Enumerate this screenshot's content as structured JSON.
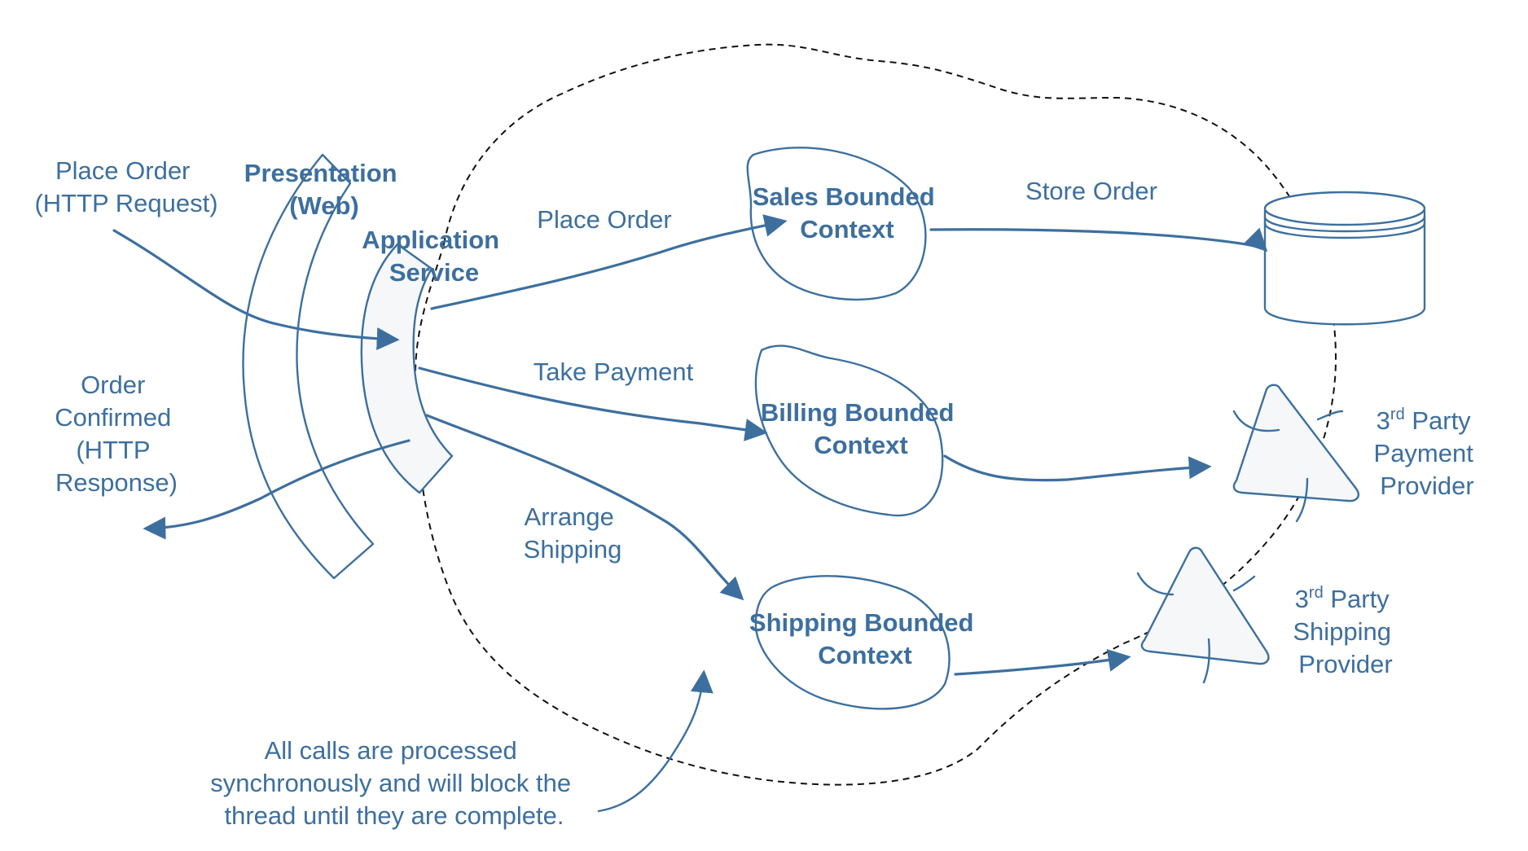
{
  "labels": {
    "place_order_request": [
      "Place Order",
      "(HTTP Request)"
    ],
    "order_confirmed": [
      "Order",
      "Confirmed",
      "(HTTP",
      "Response)"
    ],
    "presentation": [
      "Presentation",
      "(Web)"
    ],
    "application_service": [
      "Application",
      "Service"
    ],
    "place_order": "Place Order",
    "take_payment": "Take Payment",
    "arrange_shipping": [
      "Arrange",
      "Shipping"
    ],
    "store_order": "Store Order",
    "sales_context": [
      "Sales Bounded",
      "Context"
    ],
    "billing_context": [
      "Billing Bounded",
      "Context"
    ],
    "shipping_context": [
      "Shipping Bounded",
      "Context"
    ],
    "payment_provider": {
      "num": "3",
      "sup": "rd",
      "rest": " Party",
      "line2": "Payment",
      "line3": "Provider"
    },
    "shipping_provider": {
      "num": "3",
      "sup": "rd",
      "rest": " Party",
      "line2": "Shipping",
      "line3": "Provider"
    },
    "note": [
      "All calls are processed",
      "synchronously and will block the",
      "thread until they are complete."
    ]
  },
  "colors": {
    "primary": "#3d6f9e",
    "boundary": "#111111"
  }
}
